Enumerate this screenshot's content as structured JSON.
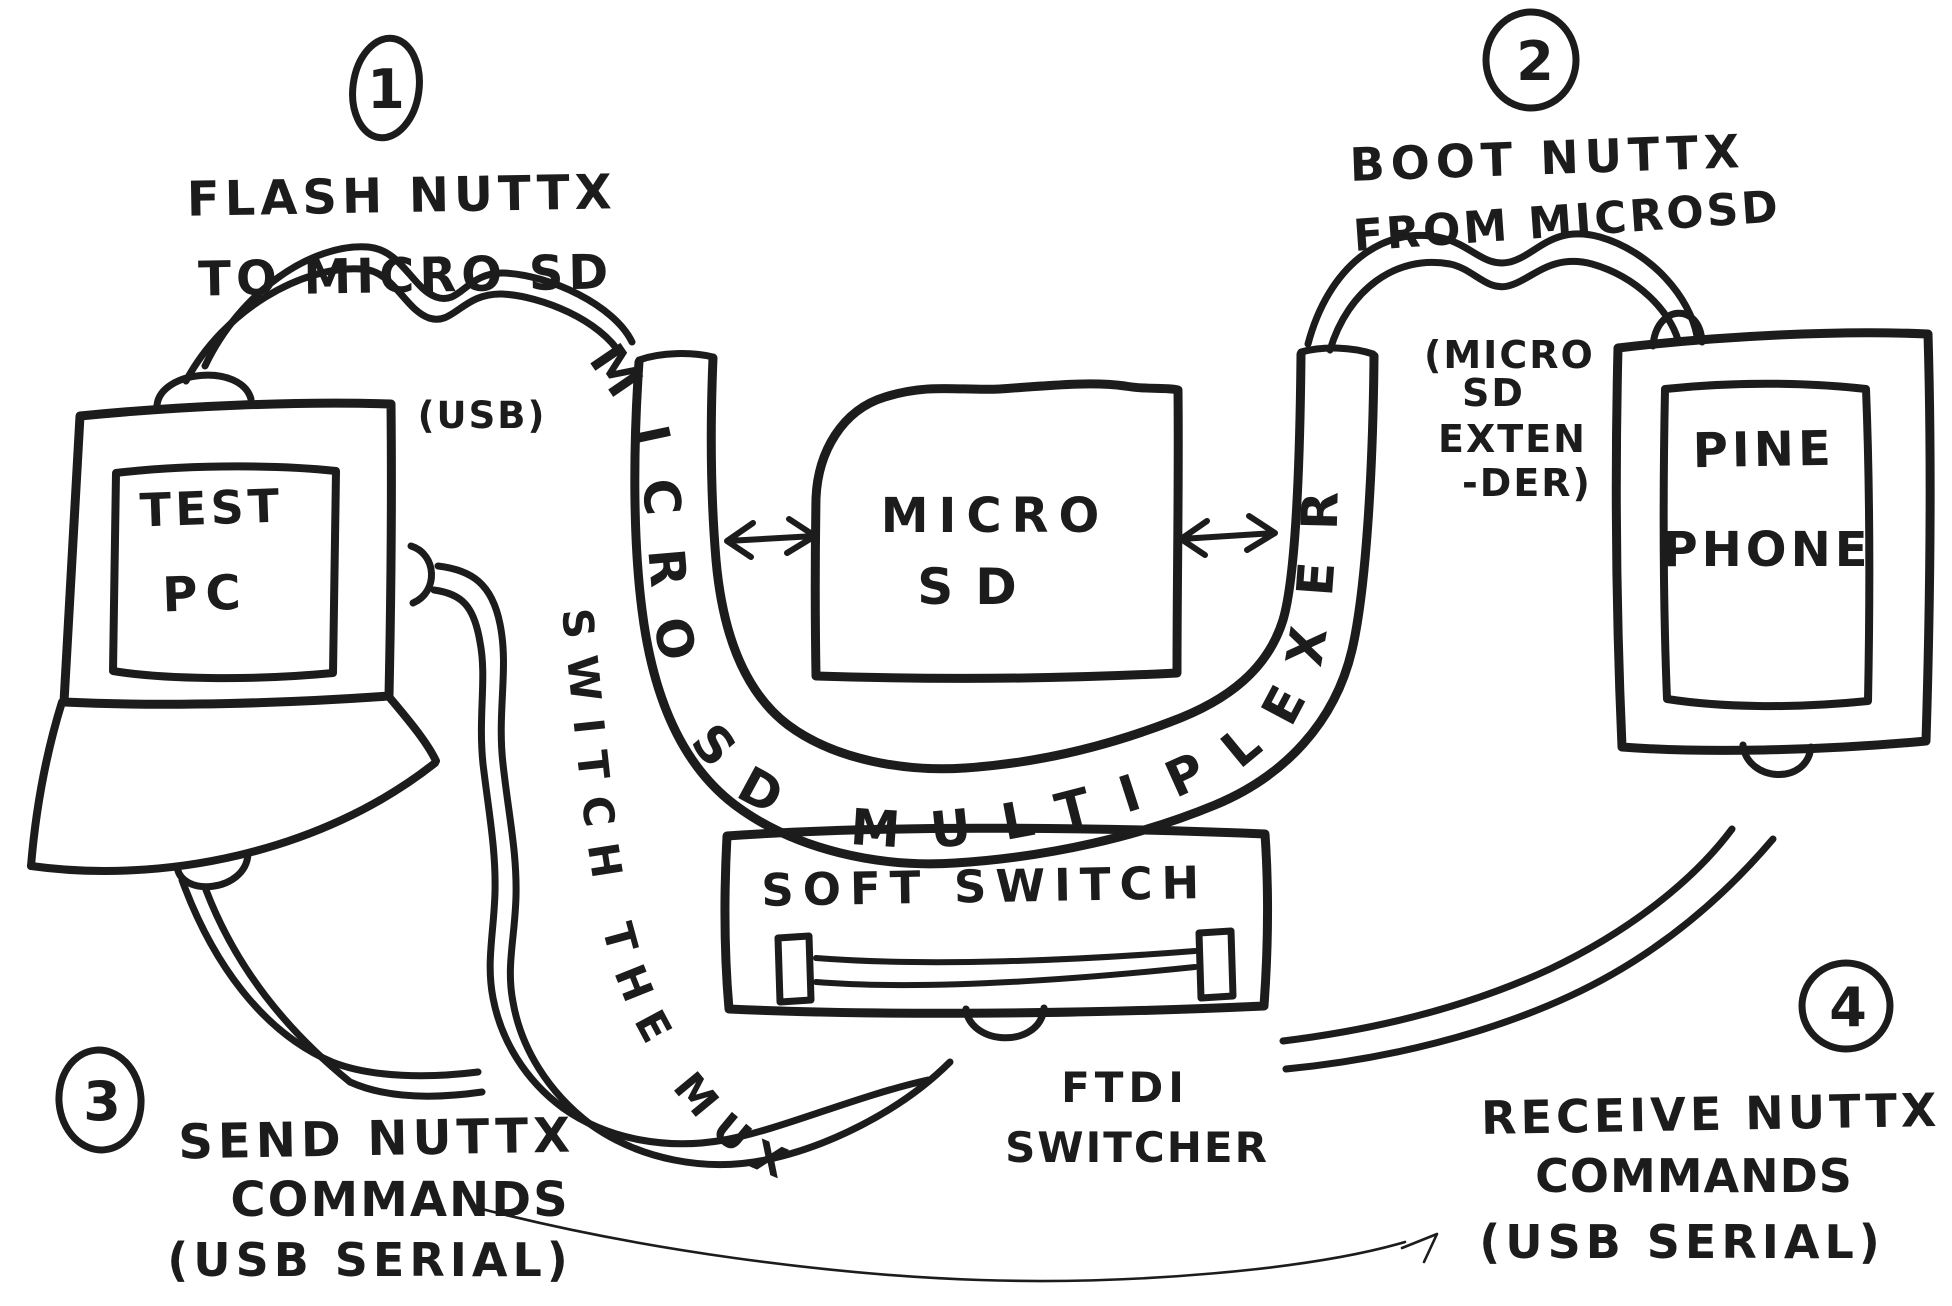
{
  "diagram_title": "Hand-drawn sketch: flashing and testing NuttX on PinePhone via a microSD multiplexer",
  "colors": {
    "ink": "#1c1c1c",
    "paper": "#ffffff"
  },
  "steps": [
    {
      "number": "1",
      "line1": "FLASH NUTTX",
      "line2": "TO MICRO SD"
    },
    {
      "number": "2",
      "line1": "BOOT NUTTX",
      "line2": "FROM MICROSD"
    },
    {
      "number": "3",
      "line1": "SEND NUTTX",
      "line2": "COMMANDS",
      "line3": "(USB SERIAL)"
    },
    {
      "number": "4",
      "line1": "RECEIVE NUTTX",
      "line2": "COMMANDS",
      "line3": "(USB SERIAL)"
    }
  ],
  "nodes": {
    "test_pc": {
      "line1": "TEST",
      "line2": "PC"
    },
    "micro_sd": {
      "line1": "MICRO",
      "line2": "SD"
    },
    "mux": {
      "label": "MICRO SD MULTIPLEXER"
    },
    "soft_switch": {
      "label": "SOFT SWITCH"
    },
    "ftdi": {
      "line1": "FTDI",
      "line2": "SWITCHER"
    },
    "pinephone": {
      "line1": "PINE",
      "line2": "PHONE"
    }
  },
  "annotations": {
    "usb_label": "(USB)",
    "mux_cable_label": "SWITCH THE MUX",
    "extender": {
      "line1": "(MICRO",
      "line2": "SD",
      "line3": "EXTEN",
      "line4": "-DER)"
    }
  }
}
